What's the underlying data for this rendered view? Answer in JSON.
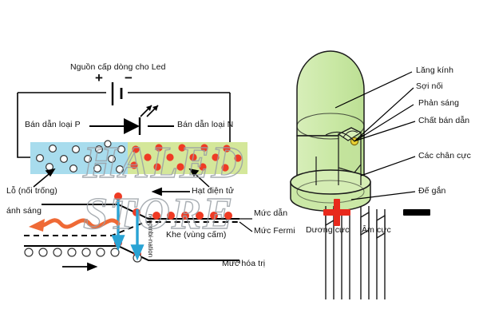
{
  "watermark": {
    "text": "HALED STORE"
  },
  "left_diagram": {
    "source_label": "Nguồn cấp dòng cho Led",
    "plus_sign": "+",
    "minus_sign": "−",
    "p_type_label": "Bán dẫn loại P",
    "n_type_label": "Bán dẫn loại N",
    "hole_label": "Lỗ (nối trống)",
    "electron_label": "Hạt điện tử",
    "light_label": "ánh sáng",
    "conduction_band_label": "Mức dẫn",
    "fermi_label": "Mức Fermi",
    "gap_label": "Khe (vùng cấm)",
    "valence_label": "Mức hóa trị",
    "recombination_label": "recombi-nation",
    "colors": {
      "p_region": "#a8dced",
      "n_region": "#d4e79a",
      "electron": "#ef3b24",
      "hole": "#ffffff",
      "light_wave": "#ef6a36",
      "recomb_arrow": "#29a3d4"
    }
  },
  "right_diagram": {
    "callouts": [
      "Lăng kính",
      "Sợi nối",
      "Phản sáng",
      "Chất bán dẫn",
      "Các chân cực",
      "Đế gắn"
    ],
    "anode_symbol": "+",
    "anode_label": "Dương cực",
    "cathode_symbol": "—",
    "cathode_label": "Âm cực",
    "colors": {
      "body": "#c6e6a0",
      "body_light": "#d9efb8",
      "outline": "#1b1b1b",
      "die": "#e8d032",
      "plus": "#e8291c",
      "minus": "#000000"
    }
  }
}
